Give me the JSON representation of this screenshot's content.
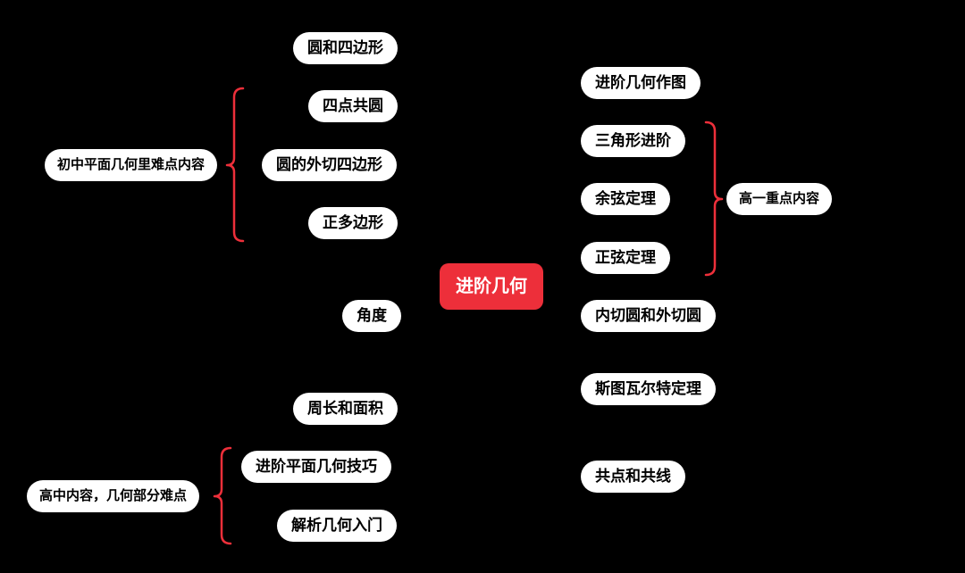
{
  "mindmap": {
    "root": "进阶几何",
    "left": {
      "top_node": "圆和四边形",
      "junior_group": {
        "label": "初中平面几何里难点内容",
        "items": [
          "四点共圆",
          "圆的外切四边形",
          "正多边形"
        ]
      },
      "middle_nodes": [
        "角度",
        "周长和面积"
      ],
      "senior_group": {
        "label": "高中内容，几何部分难点",
        "items": [
          "进阶平面几何技巧",
          "解析几何入门"
        ]
      }
    },
    "right": {
      "top_node": "进阶几何作图",
      "senior_one_group": {
        "label": "高一重点内容",
        "items": [
          "三角形进阶",
          "余弦定理",
          "正弦定理"
        ]
      },
      "other_nodes": [
        "内切圆和外切圆",
        "斯图瓦尔特定理",
        "共点和共线"
      ]
    }
  },
  "colors": {
    "canvas_bg": "#000000",
    "node_bg": "#ffffff",
    "node_text": "#000000",
    "root_bg": "#ed2f3a",
    "root_text": "#ffffff",
    "accent_red": "#ed2f3a"
  }
}
